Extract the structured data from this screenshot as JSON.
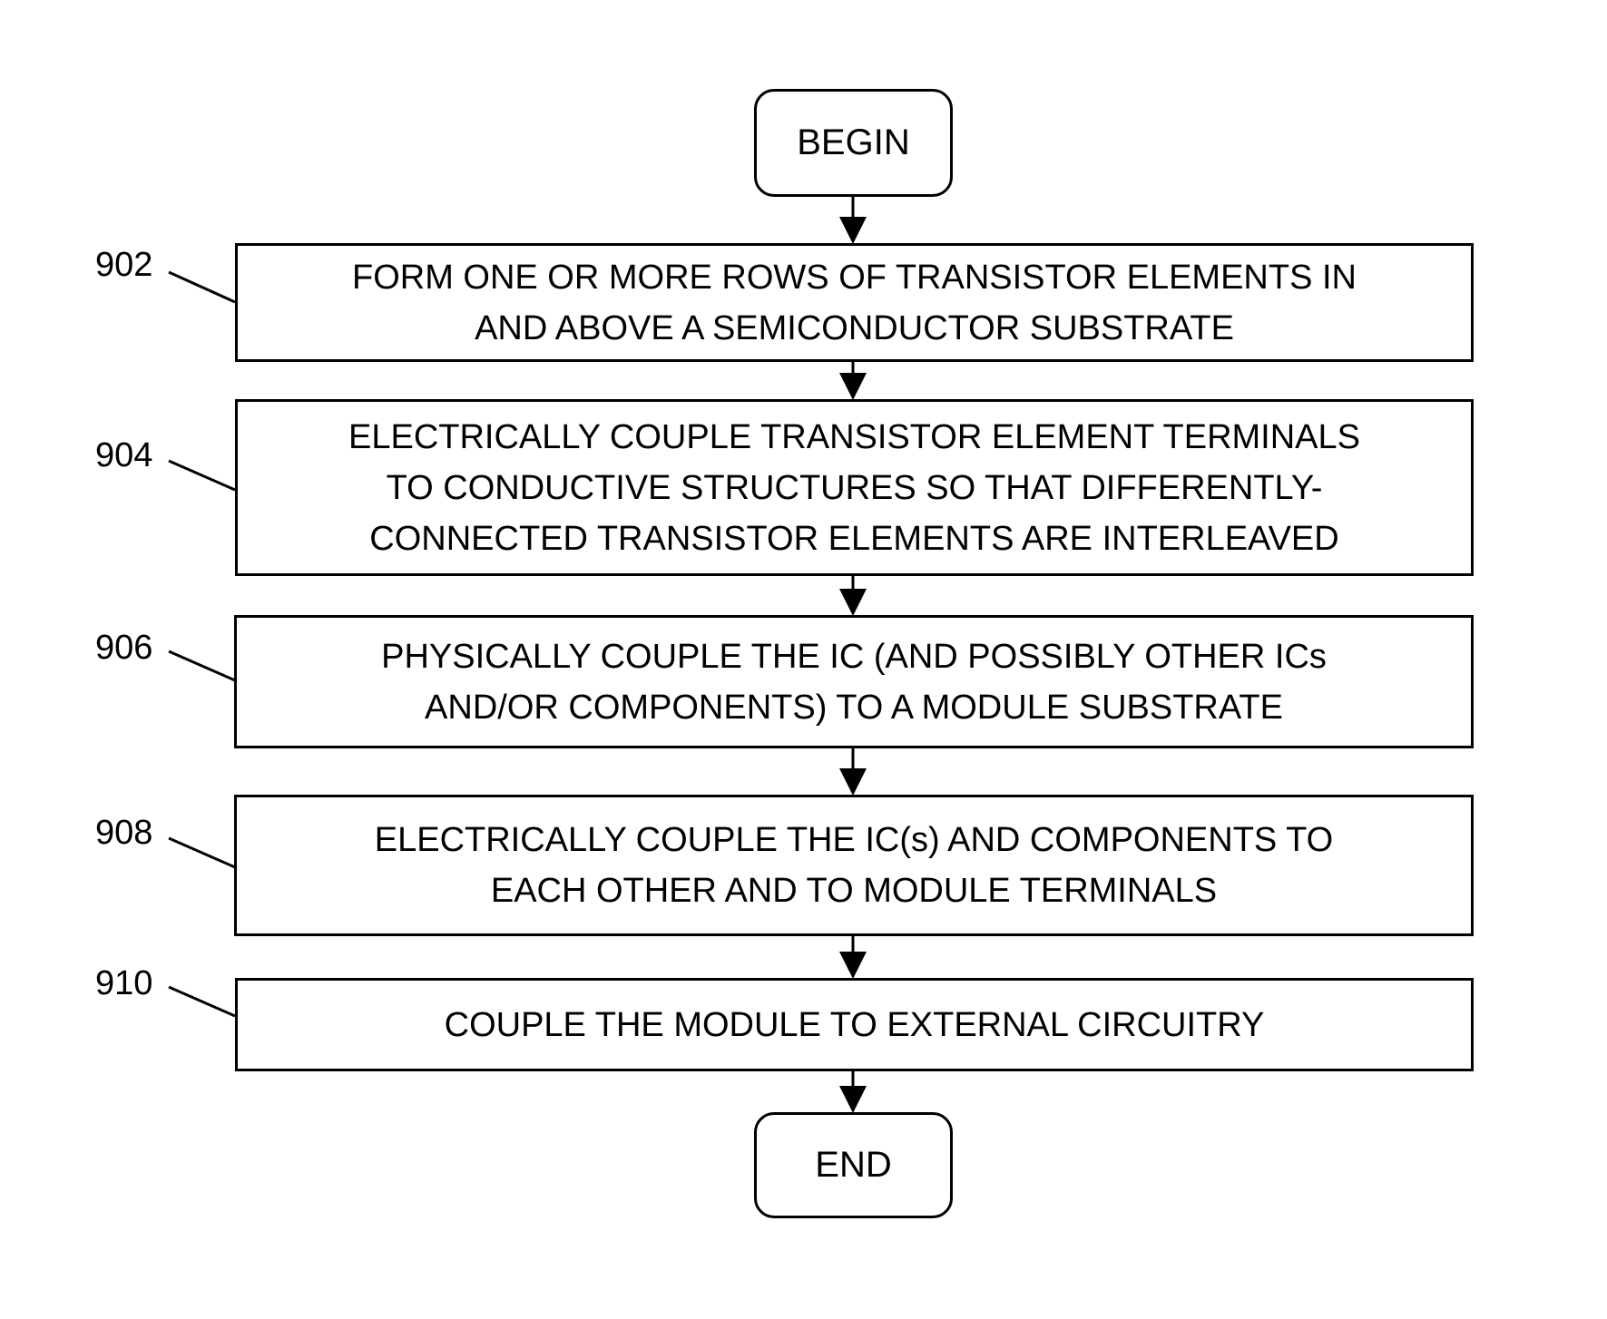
{
  "flowchart": {
    "begin": "BEGIN",
    "end": "END",
    "steps": [
      {
        "ref": "902",
        "lines": [
          "FORM ONE OR MORE ROWS OF TRANSISTOR ELEMENTS IN",
          "AND ABOVE A SEMICONDUCTOR SUBSTRATE"
        ]
      },
      {
        "ref": "904",
        "lines": [
          "ELECTRICALLY COUPLE TRANSISTOR ELEMENT TERMINALS",
          "TO CONDUCTIVE STRUCTURES SO THAT DIFFERENTLY-",
          "CONNECTED TRANSISTOR ELEMENTS ARE INTERLEAVED"
        ]
      },
      {
        "ref": "906",
        "lines": [
          "PHYSICALLY COUPLE THE IC (AND POSSIBLY OTHER ICs",
          "AND/OR COMPONENTS) TO A MODULE SUBSTRATE"
        ]
      },
      {
        "ref": "908",
        "lines": [
          "ELECTRICALLY COUPLE THE IC(s) AND COMPONENTS TO",
          "EACH OTHER AND TO MODULE TERMINALS"
        ]
      },
      {
        "ref": "910",
        "lines": [
          "COUPLE THE MODULE TO EXTERNAL CIRCUITRY"
        ]
      }
    ]
  }
}
